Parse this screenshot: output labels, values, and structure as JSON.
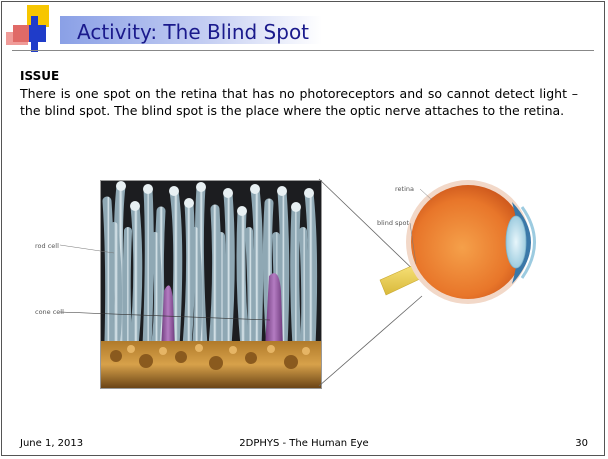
{
  "slide": {
    "title": "Activity: The Blind Spot",
    "issue_heading": "ISSUE",
    "body": "There is one spot on the retina that has no photoreceptors and so cannot detect light – the blind spot. The blind spot is the place where the optic nerve attaches to the retina."
  },
  "figure": {
    "rod_label": "rod cell",
    "cone_label": "cone cell",
    "retina_label": "retina",
    "blind_spot_label": "blind spot"
  },
  "footer": {
    "date": "June 1, 2013",
    "center": "2DPHYS - The Human Eye",
    "page": "30"
  },
  "colors": {
    "title_text": "#1a1a8c",
    "accent_gold": "#f7c600",
    "accent_red": "#e06a67",
    "accent_blue": "#1f3cc9",
    "rod_cell": "#c9dde6",
    "cone_cell": "#9b5fa8",
    "eye_orange": "#e8762a"
  }
}
